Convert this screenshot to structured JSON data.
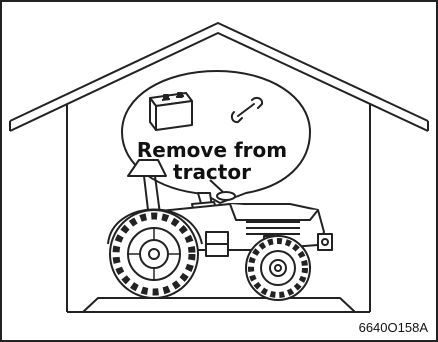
{
  "callout": {
    "line1": "Remove from",
    "line2": "tractor"
  },
  "figure_code": "6640O158A",
  "items_in_callout": [
    "battery-icon",
    "wrench-icon"
  ]
}
